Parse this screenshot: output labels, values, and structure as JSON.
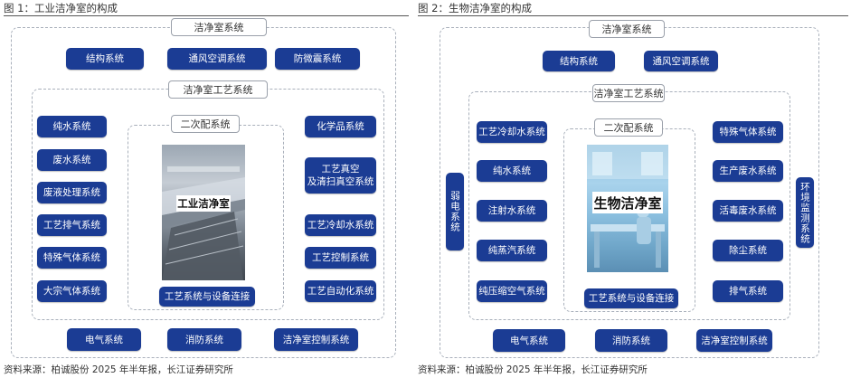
{
  "left": {
    "figure_title": "图 1：工业洁净室的构成",
    "source": "资料来源：柏诚股份 2025 年半年报，长江证券研究所",
    "outer_label": "洁净室系统",
    "top_row": [
      "结构系统",
      "通风空调系统",
      "防微震系统"
    ],
    "inner_label": "洁净室工艺系统",
    "left_col": [
      "纯水系统",
      "废水系统",
      "废液处理系统",
      "工艺排气系统",
      "特殊气体系统",
      "大宗气体系统"
    ],
    "center_label": "二次配系统",
    "center_photo_label": "工业洁净室",
    "center_bottom": "工艺系统与设备连接",
    "right_col": [
      "化学品系统",
      "工艺真空\n及清扫真空系统",
      "工艺冷却水系统",
      "工艺控制系统",
      "工艺自动化系统"
    ],
    "bottom_row": [
      "电气系统",
      "消防系统",
      "洁净室控制系统"
    ]
  },
  "right": {
    "figure_title": "图 2：生物洁净室的构成",
    "source": "资料来源：柏诚股份 2025 年半年报，长江证券研究所",
    "outer_label": "洁净室系统",
    "top_row": [
      "结构系统",
      "通风空调系统"
    ],
    "inner_label": "洁净室工艺系统",
    "left_col": [
      "工艺冷却水系统",
      "纯水系统",
      "注射水系统",
      "纯蒸汽系统",
      "纯压缩空气系统"
    ],
    "center_label": "二次配系统",
    "center_photo_label": "生物洁净室",
    "center_bottom": "工艺系统与设备连接",
    "right_col": [
      "特殊气体系统",
      "生产废水系统",
      "活毒废水系统",
      "除尘系统",
      "排气系统"
    ],
    "side_left": "弱电系统",
    "side_right": "环境监测系统",
    "bottom_row": [
      "电气系统",
      "消防系统",
      "洁净室控制系统"
    ]
  },
  "colors": {
    "button": "#1b3c94",
    "dashed_border": "#a9b0bb"
  },
  "photos": {
    "left": "cleanroom-factory-photo",
    "right": "biolab-photo"
  }
}
